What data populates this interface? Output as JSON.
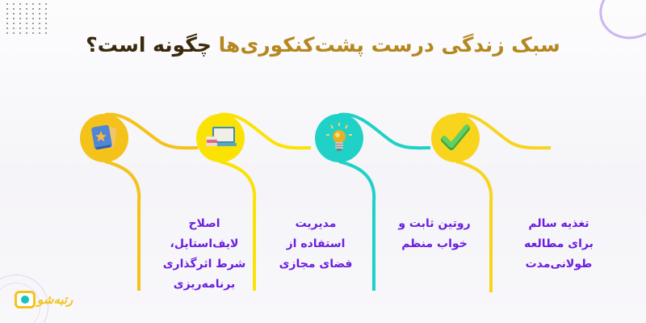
{
  "header": {
    "title_part_gold": "سبک زندگی درست پشت‌کنکوری‌ها",
    "title_part_dark": " چگونه است؟"
  },
  "colors": {
    "title_gold": "#b4881e",
    "title_dark": "#3a2a0c",
    "label_purple": "#6a1fe0",
    "yellow_dark": "#f4c21a",
    "yellow_bright": "#fbe205",
    "teal": "#1fd1c6",
    "yellow_mid": "#f8d51c"
  },
  "steps": [
    {
      "id": "step-1",
      "icon": "book-star-icon",
      "color": "#f4c21a",
      "label": "اصلاح\nلایف‌استایل،\nشرط اثرگذاری\nبرنامه‌ریزی"
    },
    {
      "id": "step-2",
      "icon": "laptop-books-icon",
      "color": "#fbe205",
      "label": "مدیریت\nاستفاده از\nفضای مجازی"
    },
    {
      "id": "step-3",
      "icon": "lightbulb-icon",
      "color": "#1fd1c6",
      "label": "روتین ثابت و\nخواب منظم"
    },
    {
      "id": "step-4",
      "icon": "checkmark-icon",
      "color": "#f8d51c",
      "label": "تغذیه سالم\nبرای مطالعه\nطولانی‌مدت"
    }
  ],
  "logo": {
    "text": "رتبه‌شو"
  }
}
